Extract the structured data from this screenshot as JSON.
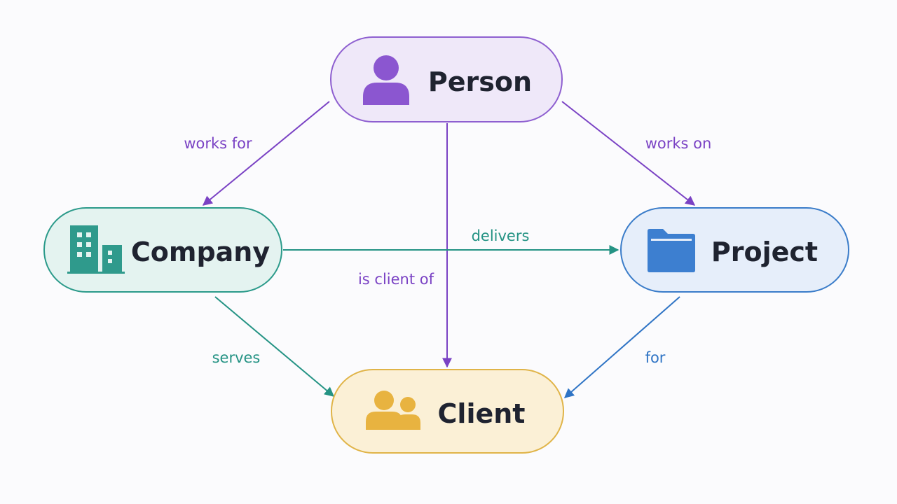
{
  "colors": {
    "purple": "#7a42c4",
    "teal": "#249384",
    "blue": "#2f74c5",
    "yellow": "#e8b340",
    "text": "#1f2330"
  },
  "nodes": {
    "person": {
      "label": "Person",
      "icon": "person-icon"
    },
    "company": {
      "label": "Company",
      "icon": "building-icon"
    },
    "project": {
      "label": "Project",
      "icon": "folder-icon"
    },
    "client": {
      "label": "Client",
      "icon": "people-icon"
    }
  },
  "edges": {
    "works_for": {
      "label": "works for",
      "from": "Person",
      "to": "Company"
    },
    "works_on": {
      "label": "works on",
      "from": "Person",
      "to": "Project"
    },
    "is_client_of": {
      "label": "is client of",
      "from": "Person",
      "to": "Client"
    },
    "delivers": {
      "label": "delivers",
      "from": "Company",
      "to": "Project"
    },
    "serves": {
      "label": "serves",
      "from": "Company",
      "to": "Client"
    },
    "for": {
      "label": "for",
      "from": "Project",
      "to": "Client"
    }
  }
}
